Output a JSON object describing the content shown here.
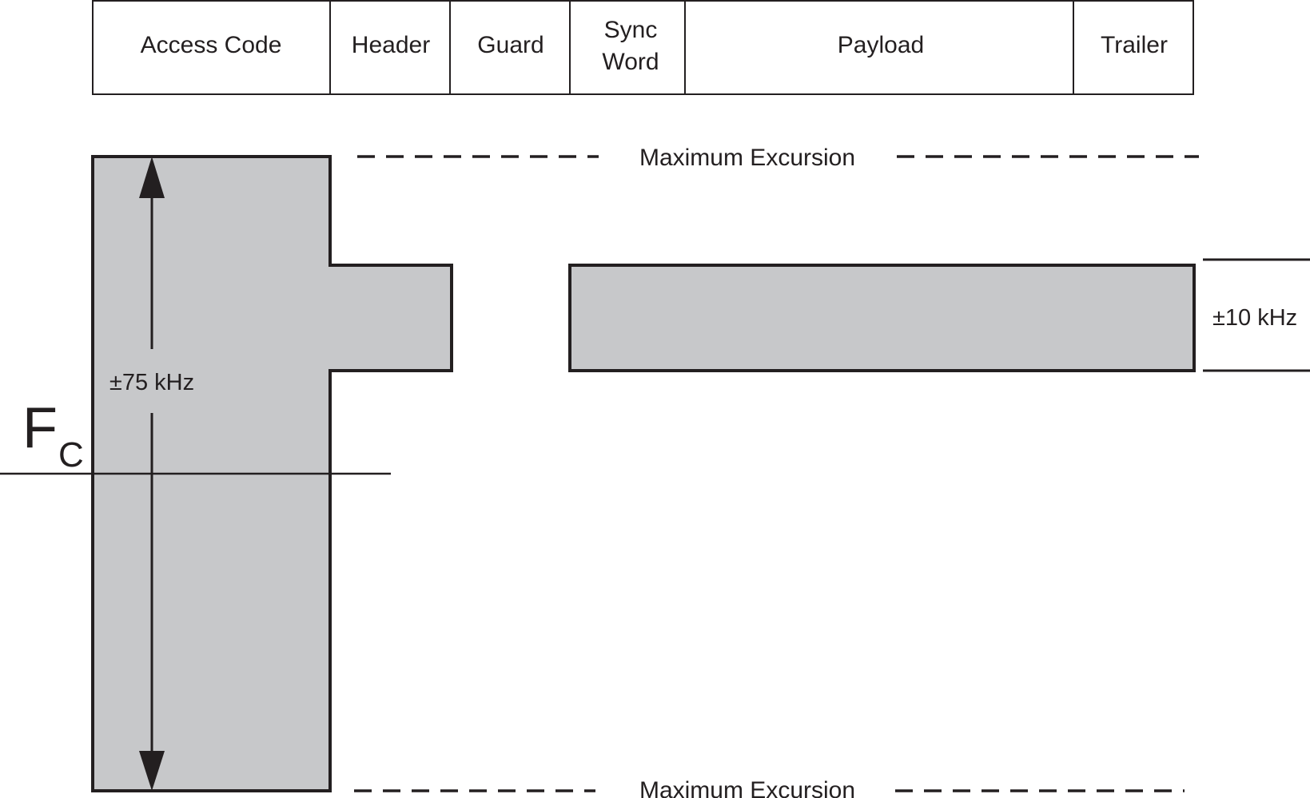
{
  "packet_fields": [
    {
      "id": "access-code",
      "label": "Access Code"
    },
    {
      "id": "header",
      "label": "Header"
    },
    {
      "id": "guard",
      "label": "Guard"
    },
    {
      "id": "sync-word",
      "lines": [
        "Sync",
        "Word"
      ]
    },
    {
      "id": "payload",
      "label": "Payload"
    },
    {
      "id": "trailer",
      "label": "Trailer"
    }
  ],
  "excursion": {
    "top_label": "Maximum Excursion",
    "bottom_label": "Maximum Excursion"
  },
  "deviation": {
    "wide": "±75 kHz",
    "narrow": "±10 kHz"
  },
  "carrier": {
    "letter": "F",
    "subscript": "C"
  },
  "colors": {
    "stroke": "#231f20",
    "fill": "#c7c8ca",
    "background": "#ffffff"
  }
}
